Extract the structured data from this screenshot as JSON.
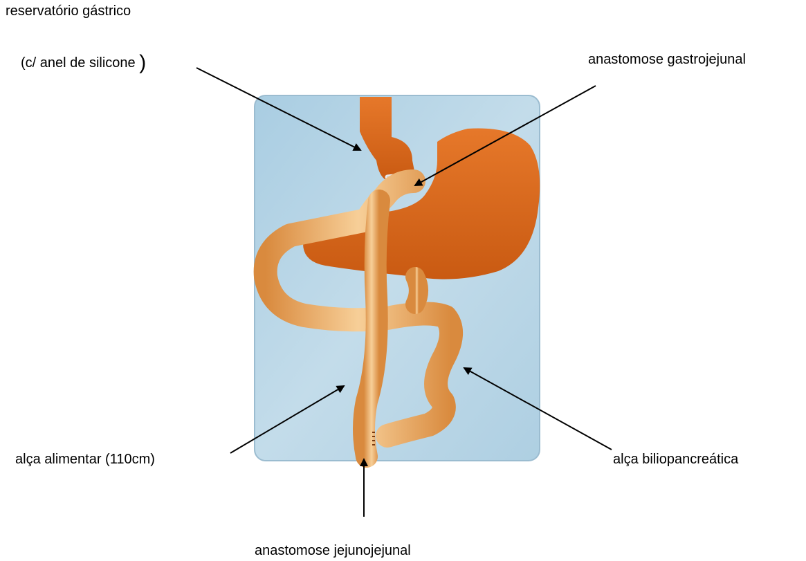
{
  "labels": {
    "reservatorio_line1": "reservatório gástrico",
    "reservatorio_line2": "(c/ anel de silicone ",
    "reservatorio_paren": ")",
    "anastomose_gastrojejunal": "anastomose gastrojejunal",
    "alca_alimentar": "alça alimentar (110cm)",
    "alca_biliopancreatica": "alça biliopancreática",
    "anastomose_jejunojejunal": "anastomose jejunojejunal"
  },
  "colors": {
    "background_panel": "#b9d6e6",
    "stomach": "#e0701e",
    "intestine": "#f2b06c",
    "intestine_light": "#f8d8a8",
    "ring": "#e8e8e8"
  }
}
